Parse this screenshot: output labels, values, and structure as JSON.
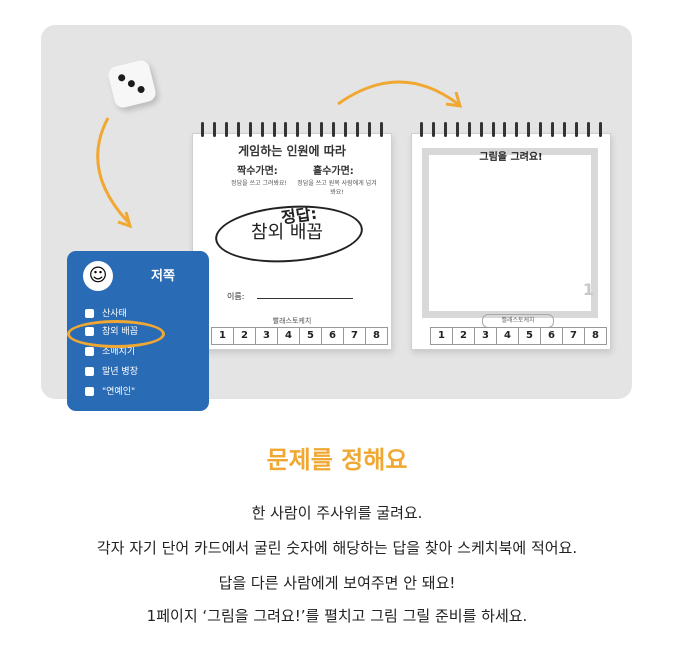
{
  "notebook_answer": {
    "header": "게임하는 인원에 따라",
    "even_label": "짝수가면:",
    "odd_label": "홀수가면:",
    "even_note": "정답을 쓰고 그려봐요!",
    "odd_note": "정답을 쓰고 원목 사람에게 넘겨봐요!",
    "answer_title": "정답:",
    "answer_value": "참외 배꼽",
    "name_label": "이름:",
    "brand": "빨래스토케치",
    "pages": [
      "1",
      "2",
      "3",
      "4",
      "5",
      "6",
      "7",
      "8"
    ]
  },
  "notebook_draw": {
    "title": "그림을 그려요!",
    "page_number": "1",
    "brand": "빨래스토케치",
    "pages": [
      "1",
      "2",
      "3",
      "4",
      "5",
      "6",
      "7",
      "8"
    ]
  },
  "card": {
    "title": "저쪽",
    "items": [
      "산사태",
      "참외 배꼽",
      "소매치기",
      "말년 병장",
      "\"연예인\""
    ]
  },
  "headline": "문제를 정해요",
  "description": [
    "한 사람이 주사위를 굴려요.",
    "각자 자기 단어 카드에서 굴린 숫자에 해당하는 답을 찾아 스케치북에 적어요.",
    "답을 다른 사람에게 보여주면 안 돼요!",
    "1페이지 ‘그림을 그려요!’를 펼치고 그림 그릴 준비를 하세요."
  ],
  "colors": {
    "accent": "#f0a833",
    "card_blue": "#2a6bb5",
    "panel_bg": "#e4e4e4"
  }
}
